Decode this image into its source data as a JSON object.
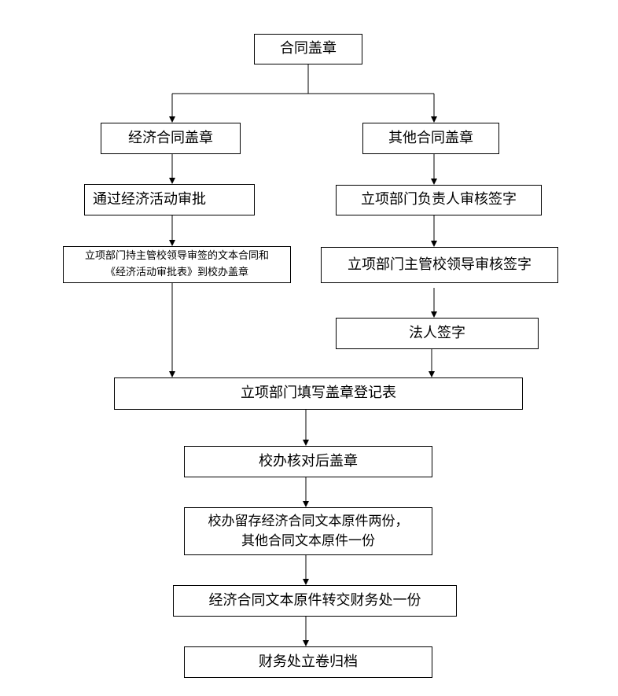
{
  "nodes": {
    "root": "合同盖章",
    "economic": "经济合同盖章",
    "other": "其他合同盖章",
    "approval": "通过经济活动审批",
    "submit_line1": "立项部门持主管校领导审签的文本合同和",
    "submit_line2": "《经济活动审批表》到校办盖章",
    "head_sign": "立项部门负责人审核签字",
    "leader_sign": "立项部门主管校领导审核签字",
    "legal_sign": "法人签字",
    "register": "立项部门填写盖章登记表",
    "office_stamp": "校办核对后盖章",
    "archive_line1": "校办留存经济合同文本原件两份，",
    "archive_line2": "其他合同文本原件一份",
    "transfer": "经济合同文本原件转交财务处一份",
    "finance": "财务处立卷归档"
  },
  "colors": {
    "line": "#000000",
    "box_border": "#000000",
    "background": "#ffffff"
  }
}
